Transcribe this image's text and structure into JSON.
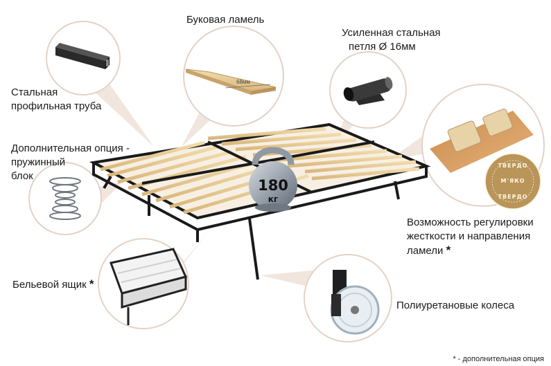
{
  "labels": {
    "beech_slat": "Буковая ламель",
    "steel_loop_line1": "Усиленная стальная",
    "steel_loop_line2": "петля  Ø 16мм",
    "steel_tube_line1": "Стальная",
    "steel_tube_line2": "профильная труба",
    "spring_line1": "Дополнительная опция -",
    "spring_line2": "пружинный",
    "spring_line3": "блок",
    "stiffness_line1": "Возможность регулировки",
    "stiffness_line2": "жесткости и направления",
    "stiffness_line3": "ламели",
    "storage_box": "Бельевой ящик",
    "wheels": "Полиуретановые колеса",
    "asterisk": "*"
  },
  "weight": {
    "value": "180",
    "unit": "кг"
  },
  "slat_dimension": "68мм",
  "stamp": {
    "top": "ТВЕРДО",
    "middle": "М'ЯКО",
    "bottom": "ТВЕРДО"
  },
  "footnote": "* - дополнительная опция",
  "colors": {
    "callout_fill": "#f2e7df",
    "frame": "#1a1a1a",
    "slat": "#e8cf9f",
    "slat_edge": "#b8955c",
    "kettlebell": "#9aa3ad",
    "stamp": "#b9955a"
  }
}
